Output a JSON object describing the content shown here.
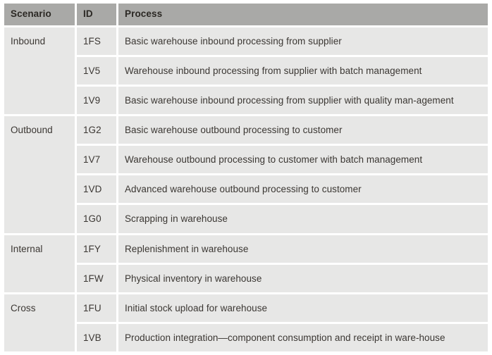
{
  "table": {
    "name": "warehouse-scenario-process-table",
    "columns": [
      {
        "key": "scenario",
        "label": "Scenario"
      },
      {
        "key": "id",
        "label": "ID"
      },
      {
        "key": "process",
        "label": "Process"
      }
    ],
    "groups": [
      {
        "scenario": "Inbound",
        "rows": [
          {
            "id": "1FS",
            "process": "Basic warehouse inbound processing from supplier"
          },
          {
            "id": "1V5",
            "process": "Warehouse inbound processing from supplier with batch management"
          },
          {
            "id": "1V9",
            "process": "Basic warehouse inbound processing from supplier with quality man-agement"
          }
        ]
      },
      {
        "scenario": "Outbound",
        "rows": [
          {
            "id": "1G2",
            "process": "Basic warehouse outbound processing to customer"
          },
          {
            "id": "1V7",
            "process": "Warehouse outbound processing to customer with batch management"
          },
          {
            "id": "1VD",
            "process": "Advanced warehouse outbound processing to customer"
          },
          {
            "id": "1G0",
            "process": "Scrapping in warehouse"
          }
        ]
      },
      {
        "scenario": "Internal",
        "rows": [
          {
            "id": "1FY",
            "process": "Replenishment in warehouse"
          },
          {
            "id": "1FW",
            "process": "Physical inventory in warehouse"
          }
        ]
      },
      {
        "scenario": "Cross",
        "rows": [
          {
            "id": "1FU",
            "process": "Initial stock upload for warehouse"
          },
          {
            "id": "1VB",
            "process": "Production integration—component consumption and receipt in ware-house"
          }
        ]
      }
    ]
  },
  "colors": {
    "header_background": "#a9a9a7",
    "header_text": "#2b2824",
    "cell_background": "#e7e7e6",
    "cell_text": "#3b3733",
    "page_background": "#ffffff"
  }
}
